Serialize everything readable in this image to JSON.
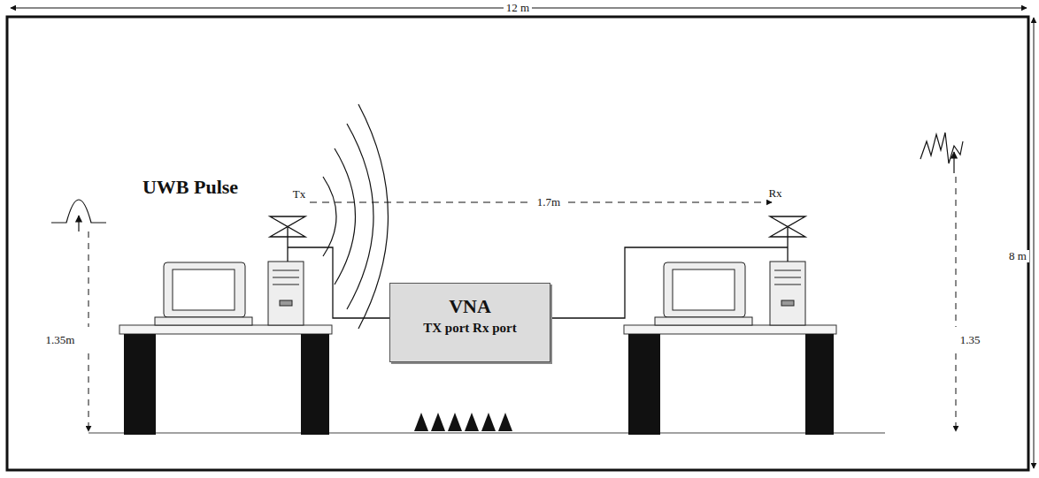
{
  "diagram": {
    "nodes": [
      {
        "text": [
          "VNA",
          "TX port Rx port"
        ]
      }
    ],
    "labels": [
      "12 m",
      "8 m",
      "UWB Pulse",
      "Tx",
      "1.7m",
      "Rx",
      "1.35m",
      "1.35"
    ]
  }
}
